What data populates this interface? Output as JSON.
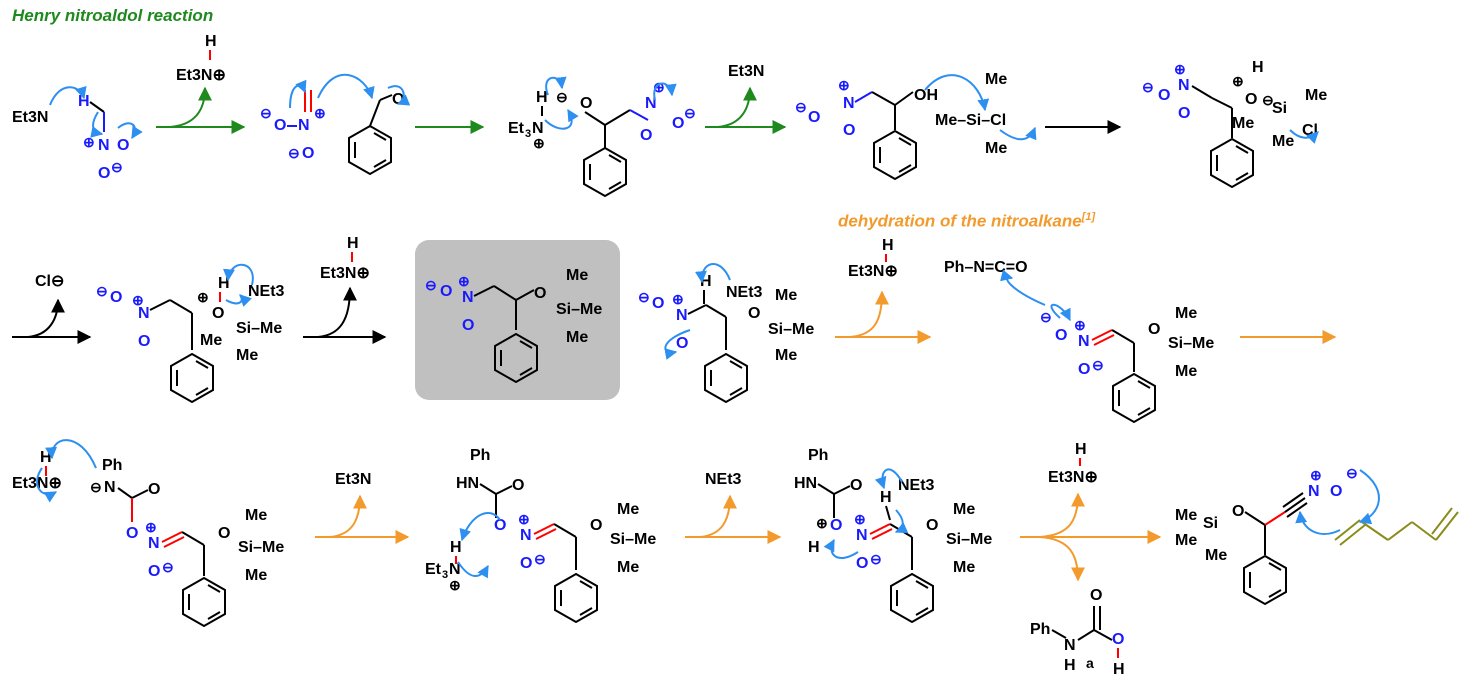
{
  "titles": {
    "henry": "Henry nitroaldol reaction",
    "dehydration": "dehydration of the nitroalkane",
    "dehydration_ref": "[1]"
  },
  "labels": {
    "et3n": "Et3N",
    "net3": "NEt3",
    "et3nh_plus": "Et3N⊕",
    "chloride": "Cl⊖",
    "tmscl": "Me–Si–Cl",
    "product_a": "a",
    "phenyl_isocyanate": "Ph–N=C=O"
  },
  "colors": {
    "henry_arrow": "#1e8a1e",
    "dehydration_arrow": "#f39a2c",
    "plain_arrow": "#000000",
    "curly_arrow": "#2d8ff0",
    "nitro_atoms": "#1a1aff",
    "new_bond": "#ff0000",
    "alkene_tail": "#8b8b1a",
    "highlight_box": "#c0c0c0"
  }
}
